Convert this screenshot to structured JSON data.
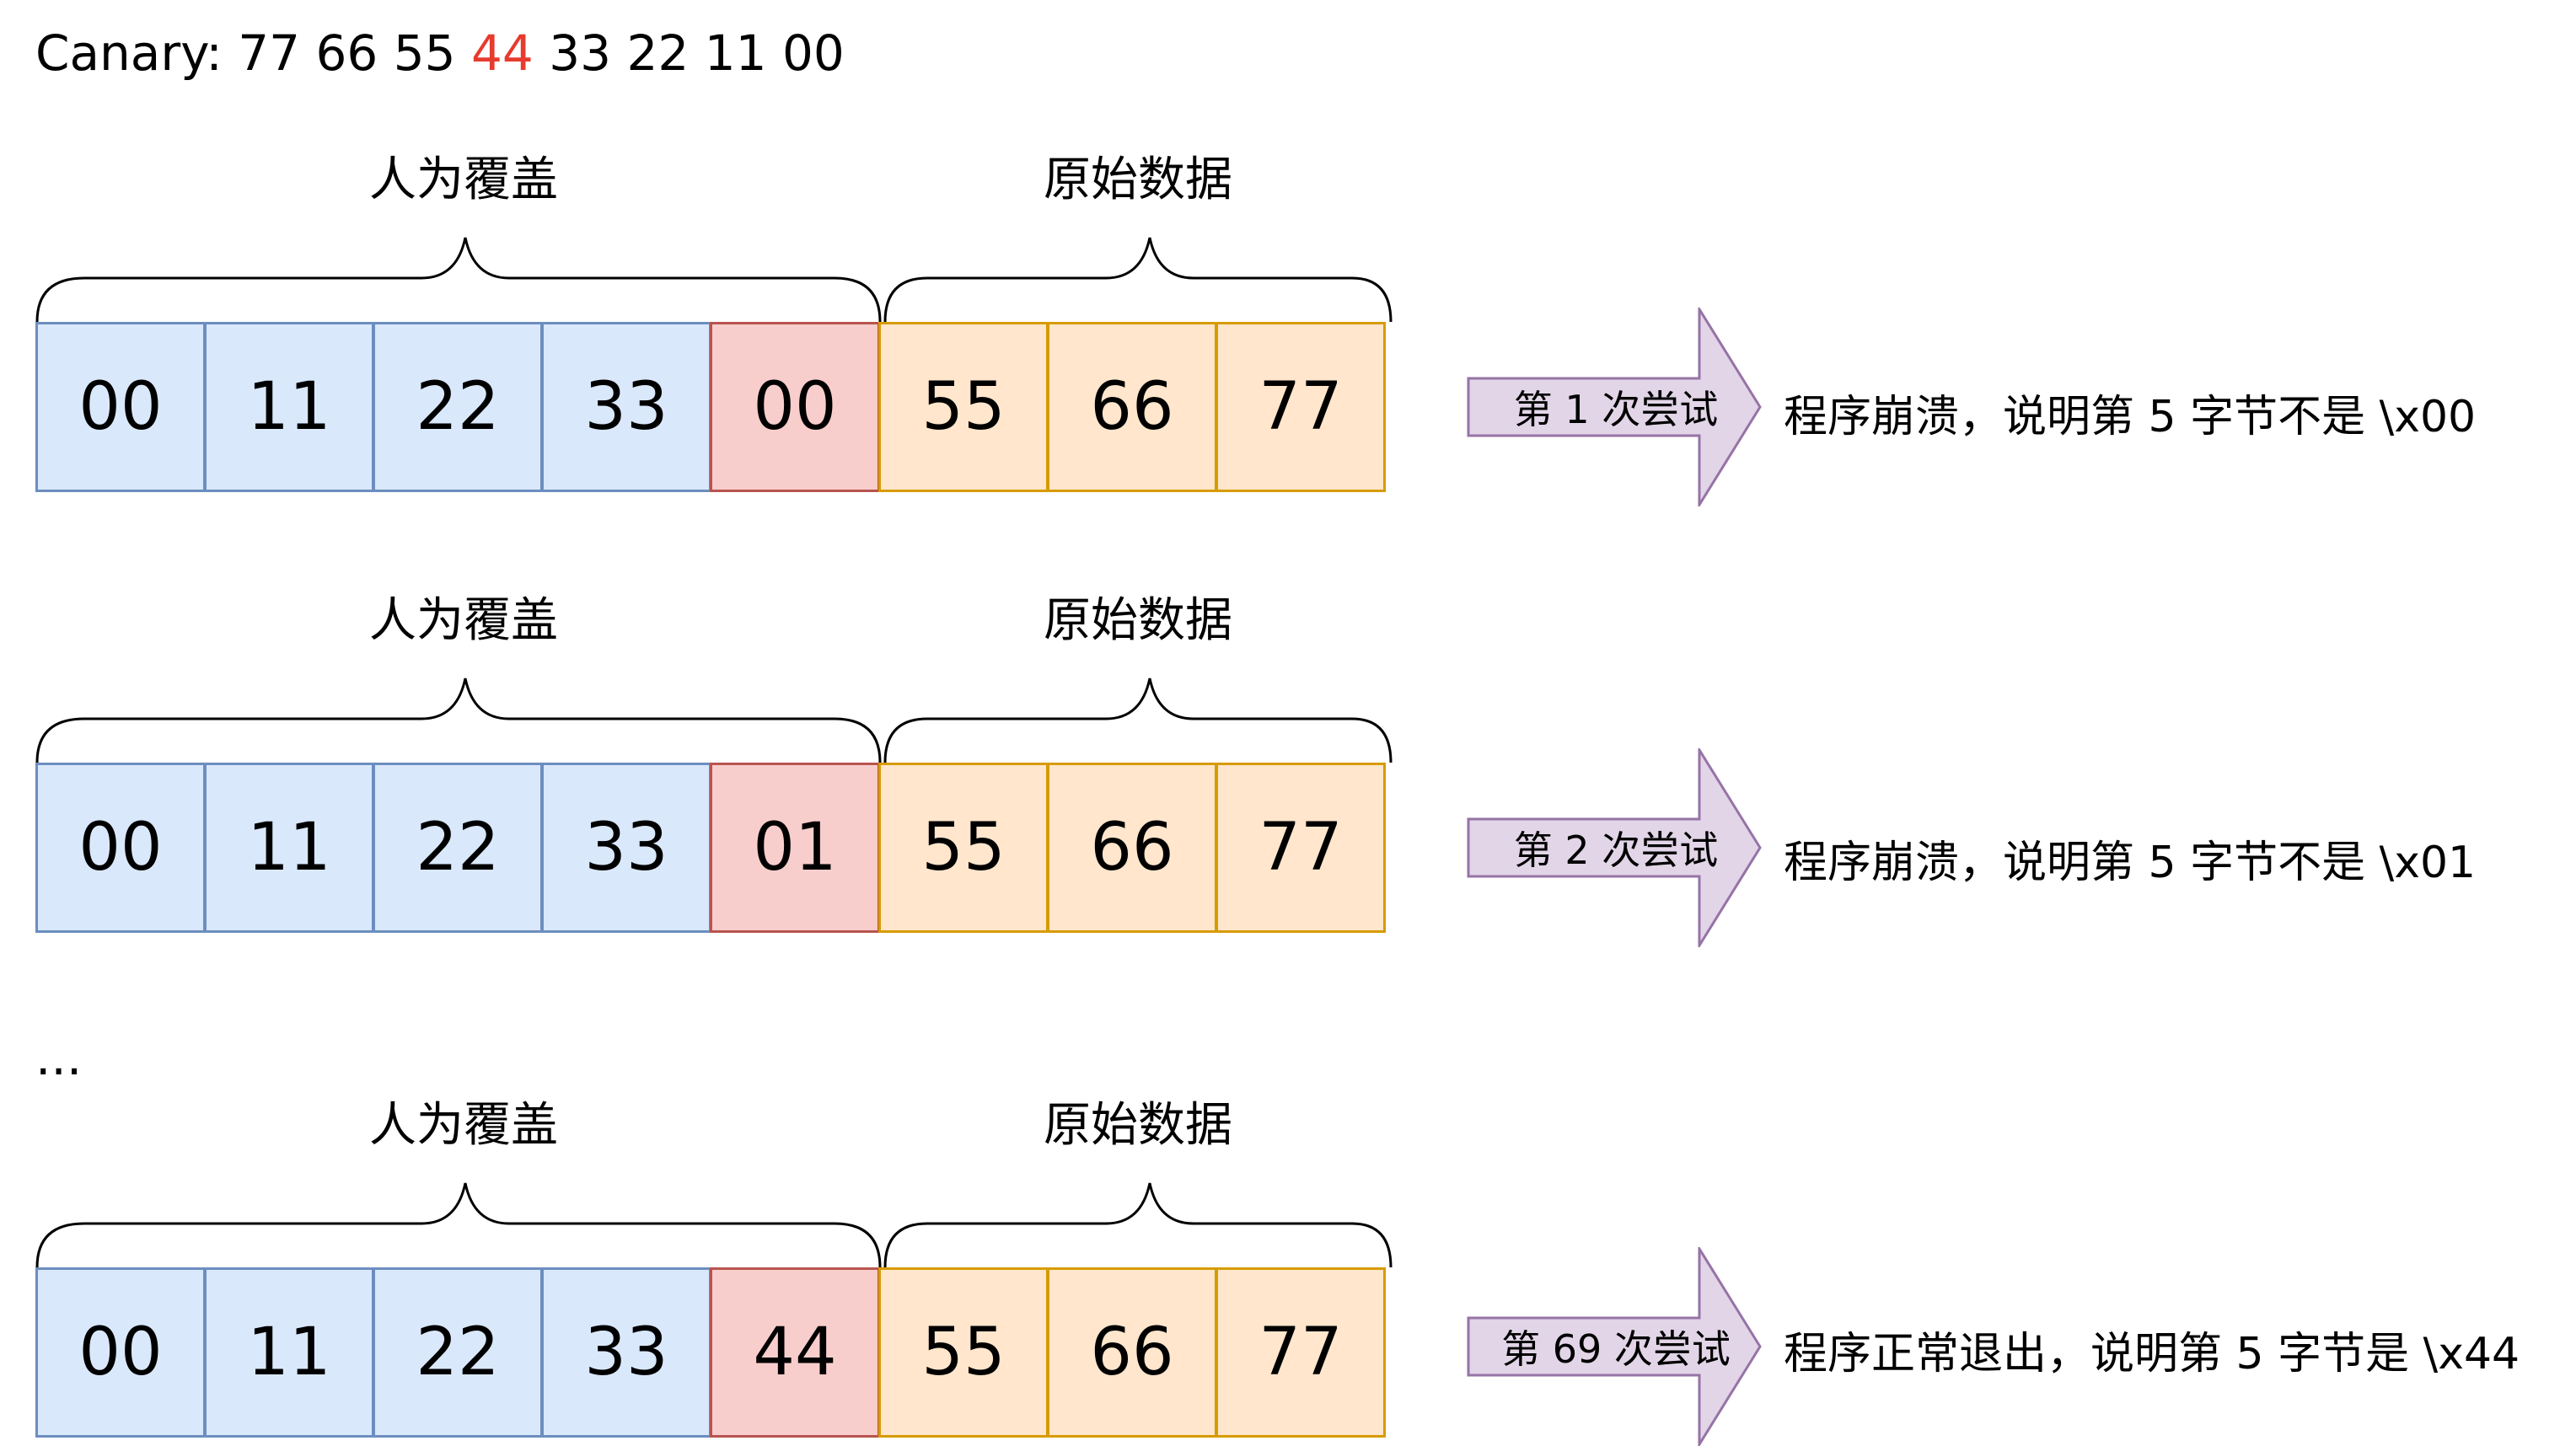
{
  "title": {
    "prefix": "Canary: 77 66 55 ",
    "highlight": "44",
    "suffix": " 33 22 11 00"
  },
  "ellipsis": "...",
  "rows": [
    {
      "left_brace_label": "人为覆盖",
      "right_brace_label": "原始数据",
      "bytes": [
        "00",
        "11",
        "22",
        "33",
        "00",
        "55",
        "66",
        "77"
      ],
      "arrow_label": "第 1 次尝试",
      "result": "程序崩溃，说明第 5 字节不是 \\x00"
    },
    {
      "left_brace_label": "人为覆盖",
      "right_brace_label": "原始数据",
      "bytes": [
        "00",
        "11",
        "22",
        "33",
        "01",
        "55",
        "66",
        "77"
      ],
      "arrow_label": "第 2 次尝试",
      "result": "程序崩溃，说明第 5 字节不是 \\x01"
    },
    {
      "left_brace_label": "人为覆盖",
      "right_brace_label": "原始数据",
      "bytes": [
        "00",
        "11",
        "22",
        "33",
        "44",
        "55",
        "66",
        "77"
      ],
      "arrow_label": "第 69 次尝试",
      "result": "程序正常退出，说明第 5 字节是 \\x44"
    }
  ],
  "colors": {
    "overwrite_fill": "#dae8fc",
    "overwrite_stroke": "#6c8ebf",
    "guess_fill": "#f8cecc",
    "guess_stroke": "#b85450",
    "original_fill": "#ffe6cc",
    "original_stroke": "#d79b00",
    "arrow_fill": "#e1d5e7",
    "arrow_stroke": "#9673a6",
    "highlight_text": "#e63b2e"
  }
}
